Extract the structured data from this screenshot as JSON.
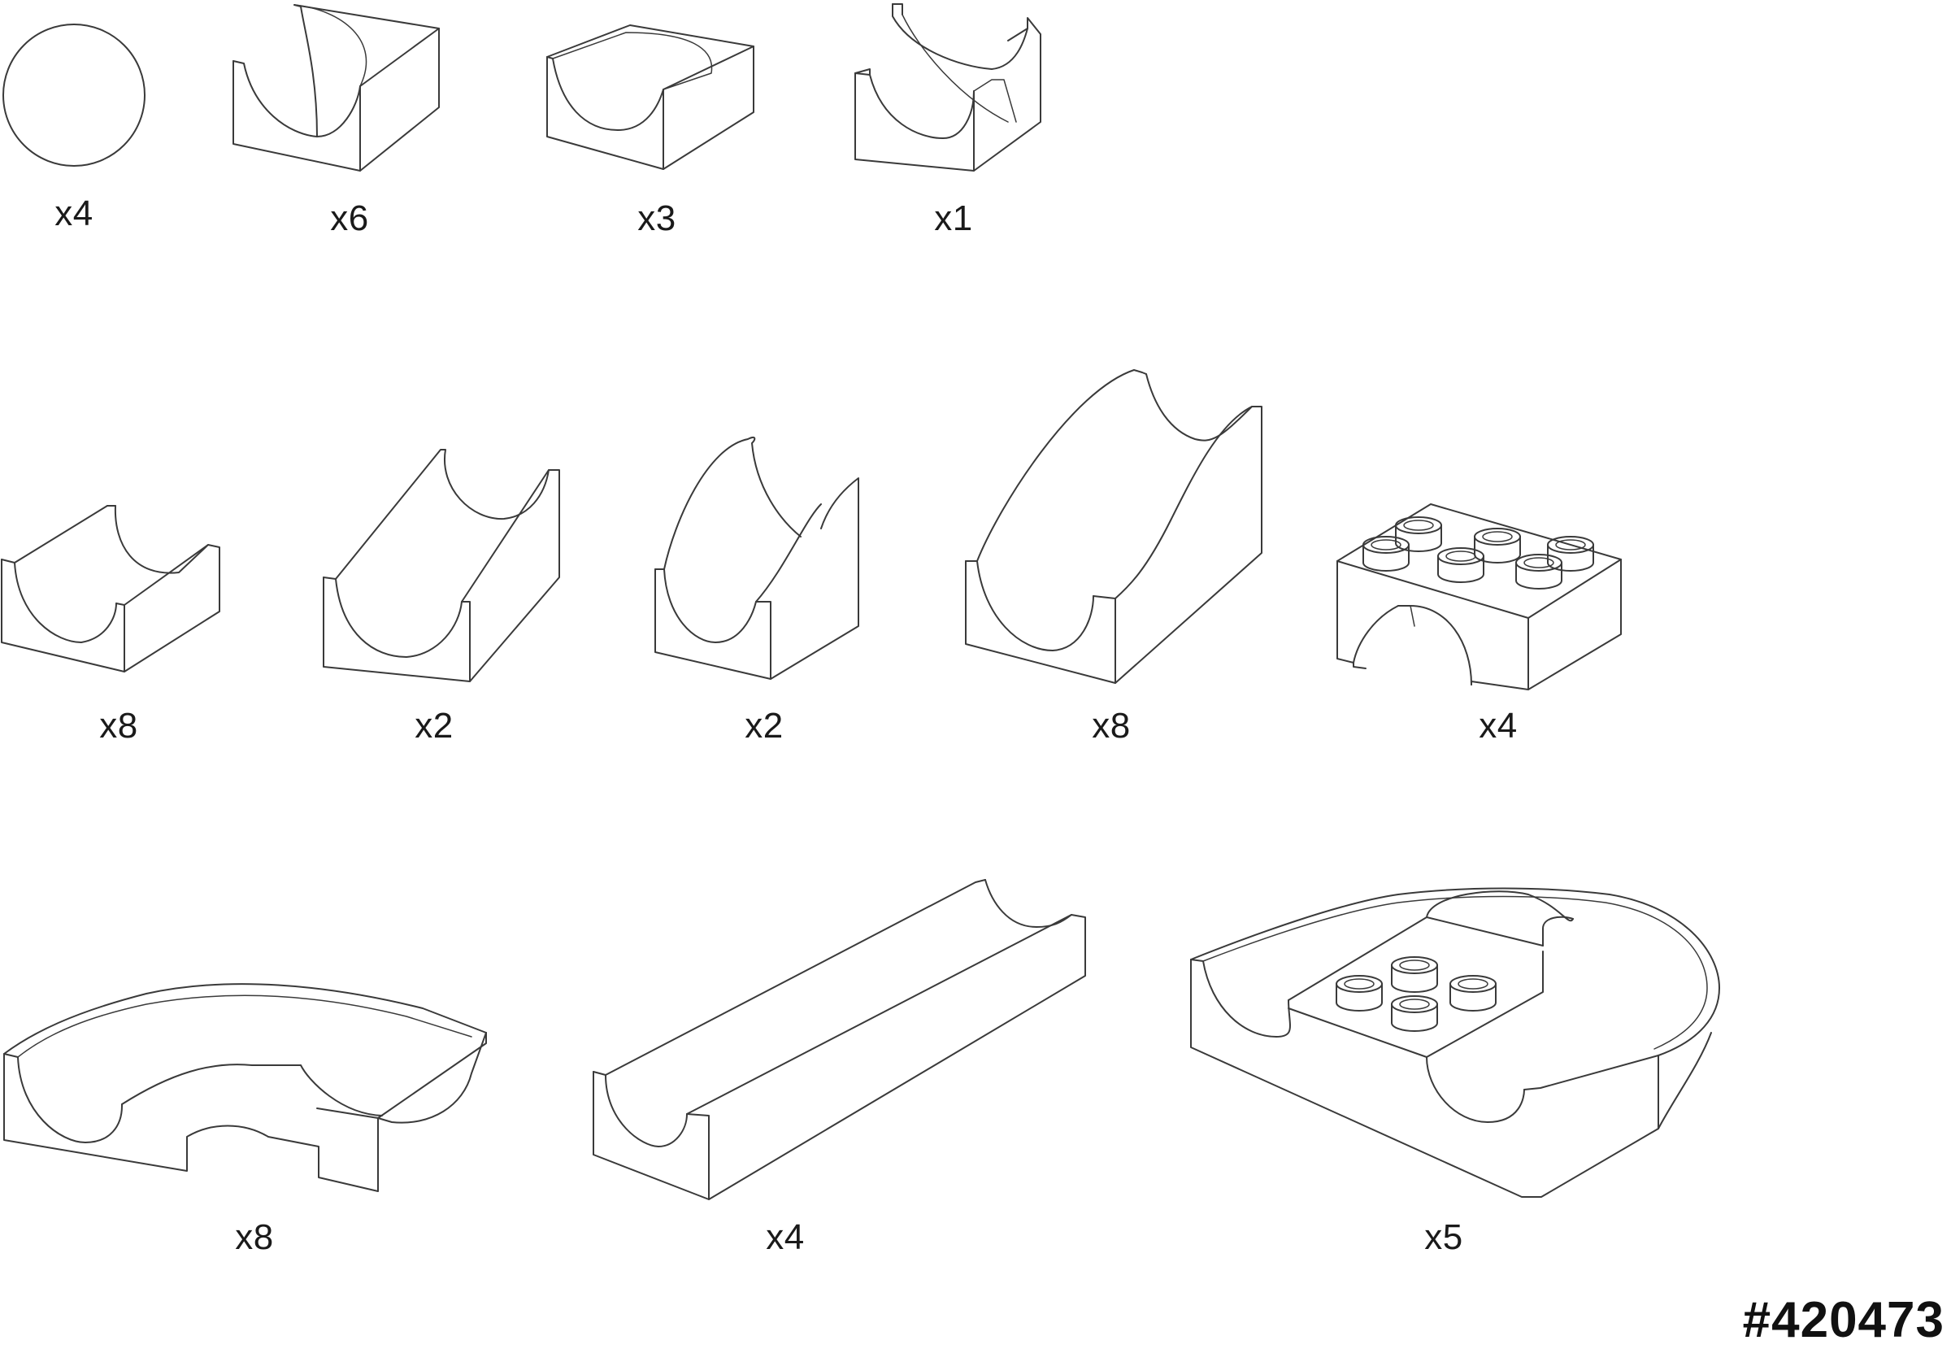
{
  "pieces": [
    {
      "id": "ball",
      "icon": "marble-ball-icon",
      "qty": "x4"
    },
    {
      "id": "curve-cube",
      "icon": "curved-channel-cube-icon",
      "qty": "x6"
    },
    {
      "id": "turn-cube",
      "icon": "turn-channel-cube-icon",
      "qty": "x3"
    },
    {
      "id": "cross-cube",
      "icon": "crossing-channel-cube-icon",
      "qty": "x1"
    },
    {
      "id": "short-straight",
      "icon": "short-straight-channel-icon",
      "qty": "x8"
    },
    {
      "id": "slanted-straight",
      "icon": "slanted-straight-channel-icon",
      "qty": "x2"
    },
    {
      "id": "small-ramp",
      "icon": "small-ramp-icon",
      "qty": "x2"
    },
    {
      "id": "large-ramp",
      "icon": "large-ramp-icon",
      "qty": "x8"
    },
    {
      "id": "arch-brick",
      "icon": "arch-brick-icon",
      "qty": "x4"
    },
    {
      "id": "curve-track",
      "icon": "curved-track-icon",
      "qty": "x8"
    },
    {
      "id": "long-straight",
      "icon": "long-straight-track-icon",
      "qty": "x4"
    },
    {
      "id": "u-turn",
      "icon": "u-turn-track-icon",
      "qty": "x5"
    }
  ],
  "product_code": "#420473"
}
